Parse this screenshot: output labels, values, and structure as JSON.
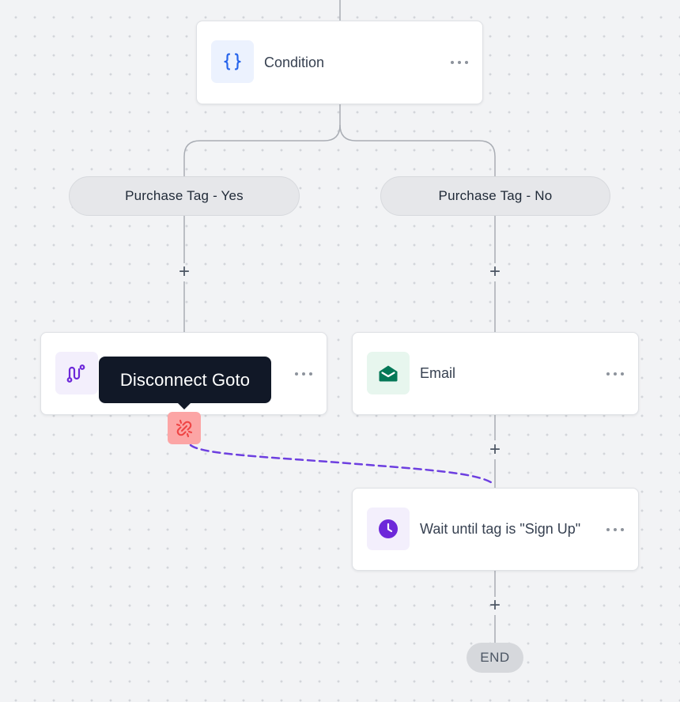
{
  "condition_node": {
    "label": "Condition",
    "icon": "braces-icon"
  },
  "branches": {
    "yes": {
      "label": "Purchase Tag - Yes"
    },
    "no": {
      "label": "Purchase Tag - No"
    }
  },
  "goto_node": {
    "icon": "route-icon"
  },
  "tooltip": {
    "text": "Disconnect Goto"
  },
  "email_node": {
    "label": "Email",
    "icon": "email-icon"
  },
  "wait_node": {
    "label": "Wait until tag is \"Sign Up\"",
    "icon": "clock-icon"
  },
  "end_node": {
    "label": "END"
  },
  "add_step_symbol": "+",
  "colors": {
    "canvas": "#f2f3f5",
    "connector": "#a9adb4",
    "goto_link": "#6d3fe0",
    "condition_icon": "#2563eb",
    "email_icon": "#047857",
    "wait_icon": "#6d28d9",
    "unlink": "#ef4444",
    "tooltip_bg": "#111827"
  }
}
